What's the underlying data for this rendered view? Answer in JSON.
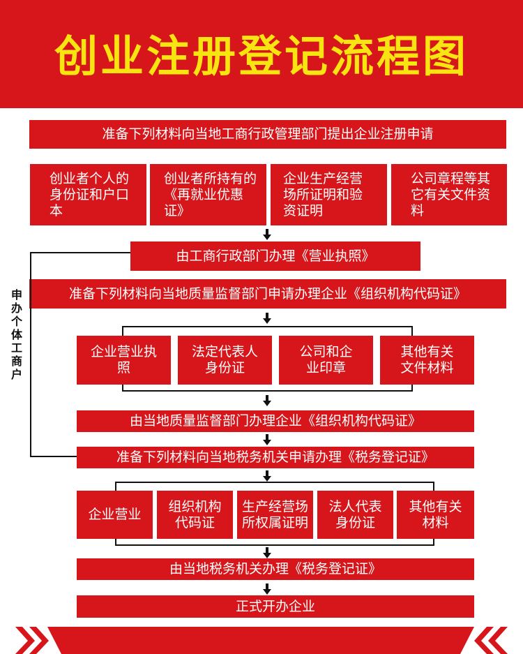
{
  "title": "创业注册登记流程图",
  "side_label": "申办个体工商户",
  "step1": "准备下列材料向当地工商行政管理部门提出企业注册申请",
  "step1_items": [
    "创业者个人的身份证和户口本",
    "创业者所持有的《再就业优惠证》",
    "企业生产经营场所证明和验资证明",
    "公司章程等其它有关文件资料"
  ],
  "step2": "由工商行政部门办理《营业执照》",
  "step3": "准备下列材料向当地质量监督部门申请办理企业《组织机构代码证》",
  "step3_items": [
    "企业营业执照",
    "法定代表人身份证",
    "公司和企业印章",
    "其他有关文件材料"
  ],
  "step4": "由当地质量监督部门办理企业《组织机构代码证》",
  "step5": "准备下列材料向当地税务机关申请办理《税务登记证》",
  "step5_items": [
    "企业营业",
    "组织机构代码证",
    "生产经营场所权属证明",
    "法人代表身份证",
    "其他有关材料"
  ],
  "step6": "由当地税务机关办理《税务登记证》",
  "step7": "正式开办企业",
  "colors": {
    "red": "#d7161b",
    "yellow": "#f7e410"
  }
}
